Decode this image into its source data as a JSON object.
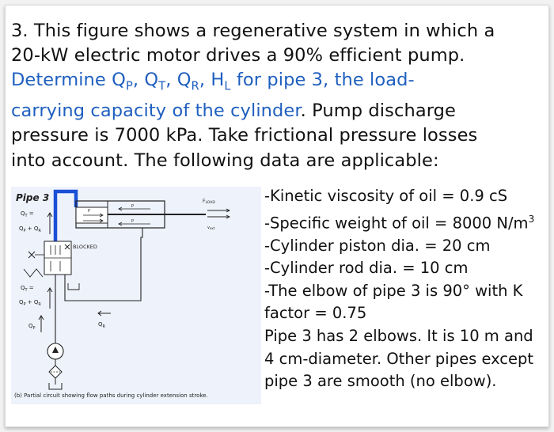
{
  "problem": {
    "line1": "3. This figure shows a regenerative system in which a",
    "line2": "20-kW electric motor drives a 90% efficient pump.",
    "blue_line3": "Determine Q",
    "q_p_sub": "P",
    "comma1": ", Q",
    "q_t_sub": "T",
    "comma2": ", Q",
    "q_r_sub": "R",
    "comma3": ", H",
    "h_l_sub": "L",
    "blue_line3_end": " for pipe 3, the load-",
    "blue_line4": "carrying capacity of the cylinder",
    "line4_end": ". Pump discharge",
    "line5": "pressure is 7000 kPa. Take frictional pressure losses",
    "line6": "into account. The following data are applicable:"
  },
  "data_list": {
    "item1": "-Kinetic viscosity of oil = 0.9 cS",
    "item2_a": "-Specific weight of oil = 8000 N/m",
    "item2_sup": "3",
    "item3": "-Cylinder piston dia. = 20 cm",
    "item4": "-Cylinder rod dia. = 10 cm",
    "item5": "-The elbow of pipe 3 is 90° with K",
    "item6": "factor = 0.75",
    "item7": "Pipe 3 has 2 elbows. It is 10 m and",
    "item8": "4 cm-diameter. Other pipes except",
    "item9": "pipe 3 are smooth (no elbow)."
  },
  "figure": {
    "pipe3_label": "Pipe 3",
    "qt_label_top": "Q",
    "qt_sub": "T",
    "eq": " =",
    "qp_qr_top": "Q",
    "qp_sub": "P",
    "plus": " + Q",
    "qr_sub": "R",
    "flow_lower_q": "Q",
    "flow_lower_t": "T",
    "flow_lower_eq": " =",
    "flow_lower_q2": "Q",
    "flow_lower_p": "P",
    "flow_lower_plus": " + Q",
    "flow_lower_r": "R",
    "qp_label": "Q",
    "qp_label_sub": "P",
    "qr_label": "Q",
    "qr_label_sub": "R",
    "blocked_label": "BLOCKED",
    "fload_label": "F",
    "fload_sub": "LOAD",
    "vext_label": "v",
    "vext_sub": "ext",
    "p_label_1": "P",
    "p_label_2": "P",
    "p_label_3": "P",
    "caption": "(b) Partial circuit showing flow paths during cylinder extension stroke."
  },
  "colors": {
    "blue_text": "#1f5fbf",
    "blue_pipe": "#1a4fd6"
  }
}
